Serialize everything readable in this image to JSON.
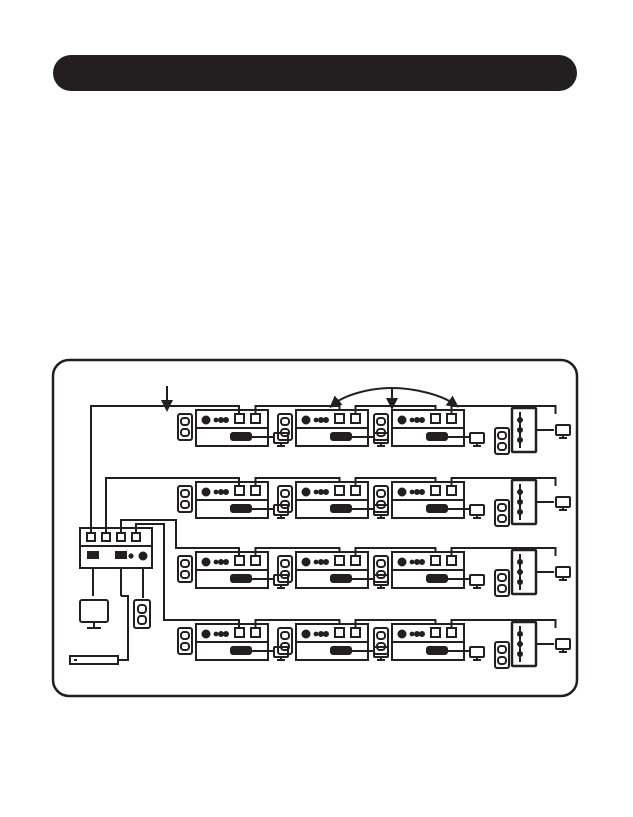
{
  "header": {
    "title": ""
  },
  "diagram": {
    "rows": [
      {
        "name": "row-1",
        "units": 3
      },
      {
        "name": "row-2",
        "units": 3
      },
      {
        "name": "row-3",
        "units": 3
      },
      {
        "name": "row-4",
        "units": 3
      }
    ],
    "colors": {
      "ink": "#231f20",
      "paper": "#ffffff",
      "frame": "#231f20",
      "header": "#231f20"
    }
  }
}
